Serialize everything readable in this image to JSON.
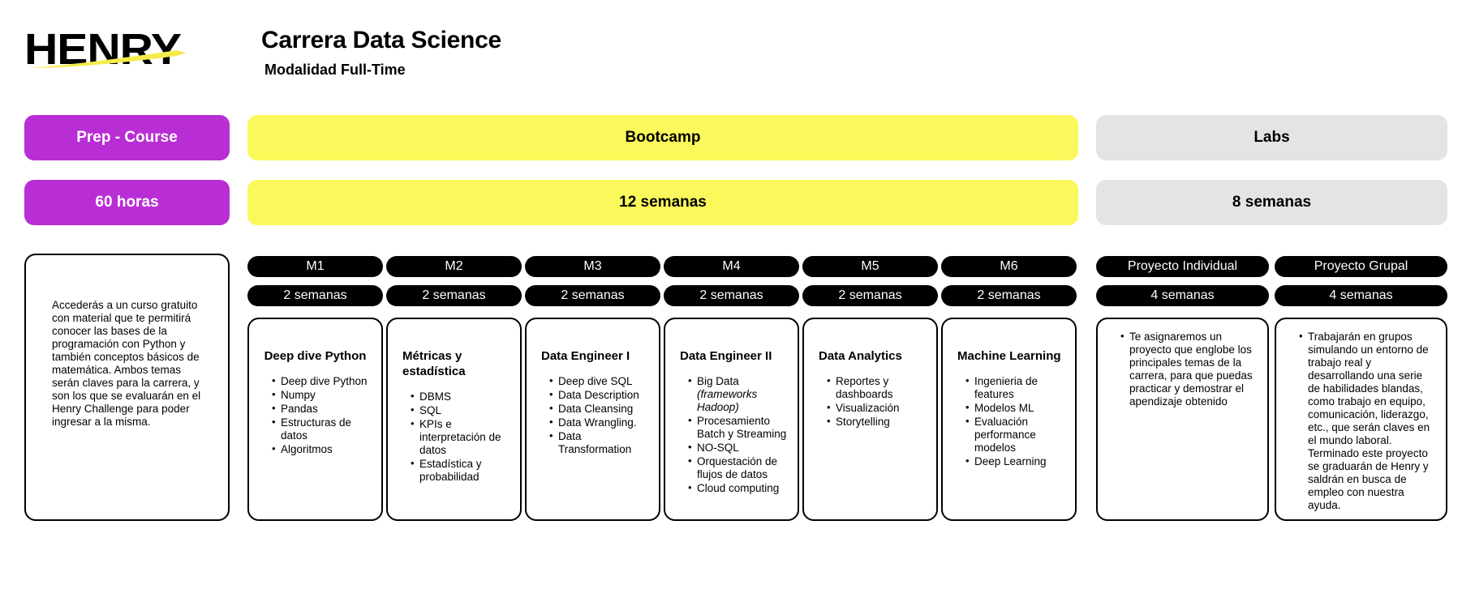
{
  "header": {
    "logo_text": "HENRY",
    "logo_swoosh_color": "#F5EB4D",
    "title": "Carrera Data Science",
    "subtitle": "Modalidad Full-Time"
  },
  "colors": {
    "purple": "#B92ED4",
    "yellow": "#FBF85C",
    "grey": "#E4E4E4",
    "black": "#000000"
  },
  "bands": {
    "prep_label": "Prep -  Course",
    "prep_duration": "60  horas",
    "bootcamp_label": "Bootcamp",
    "bootcamp_duration": "12 semanas",
    "labs_label": "Labs",
    "labs_duration": "8 semanas"
  },
  "prep_card": {
    "text": "Accederás a un curso gratuito con material que te permitirá conocer las bases de la programación con Python y también conceptos básicos de matemática. Ambos temas serán claves para la carrera, y son los que se evaluarán en el Henry Challenge para poder ingresar a la misma."
  },
  "modules": [
    {
      "code": "M1",
      "duration": "2 semanas",
      "title": "Deep dive Python",
      "title_align": "center",
      "bullets": [
        "Deep dive Python",
        "Numpy",
        "Pandas",
        "Estructuras de datos",
        "Algoritmos"
      ]
    },
    {
      "code": "M2",
      "duration": "2 semanas",
      "title": "Métricas y estadística",
      "title_align": "left",
      "bullets": [
        "DBMS",
        "SQL",
        "KPIs e interpretación de datos",
        "Estadística y probabilidad"
      ]
    },
    {
      "code": "M3",
      "duration": "2 semanas",
      "title": "Data Engineer I",
      "title_align": "left",
      "bullets": [
        "Deep dive SQL",
        "Data Description",
        "Data Cleansing",
        "Data Wrangling.",
        "Data Transformation"
      ]
    },
    {
      "code": "M4",
      "duration": "2 semanas",
      "title": "Data Engineer II",
      "title_align": "left",
      "bullets": [
        "Big Data (frameworks Hadoop)",
        "Procesamiento Batch y Streaming",
        "NO-SQL",
        "Orquestación de flujos de datos",
        "Cloud computing"
      ],
      "bullets_italic_tail": [
        "(frameworks Hadoop)"
      ]
    },
    {
      "code": "M5",
      "duration": "2 semanas",
      "title": "Data Analytics",
      "title_align": "left",
      "bullets": [
        "Reportes y dashboards",
        "Visualización",
        "Storytelling"
      ]
    },
    {
      "code": "M6",
      "duration": "2 semanas",
      "title": "Machine Learning",
      "title_align": "left",
      "bullets": [
        "Ingenieria de features",
        "Modelos ML",
        "Evaluación performance modelos",
        "Deep Learning"
      ]
    }
  ],
  "labs": [
    {
      "code": "Proyecto Individual",
      "duration": "4 semanas",
      "bullets": [
        "Te asignaremos un proyecto que englobe los principales temas de la carrera, para que puedas practicar y demostrar el apendizaje obtenido"
      ]
    },
    {
      "code": "Proyecto Grupal",
      "duration": "4 semanas",
      "bullets": [
        "Trabajarán en grupos simulando un entorno de trabajo real y desarrollando una serie de habilidades blandas, como trabajo en equipo, comunicación, liderazgo, etc., que serán claves en el mundo laboral. Terminado este proyecto se graduarán de Henry y saldrán en busca de empleo con nuestra ayuda."
      ]
    }
  ]
}
